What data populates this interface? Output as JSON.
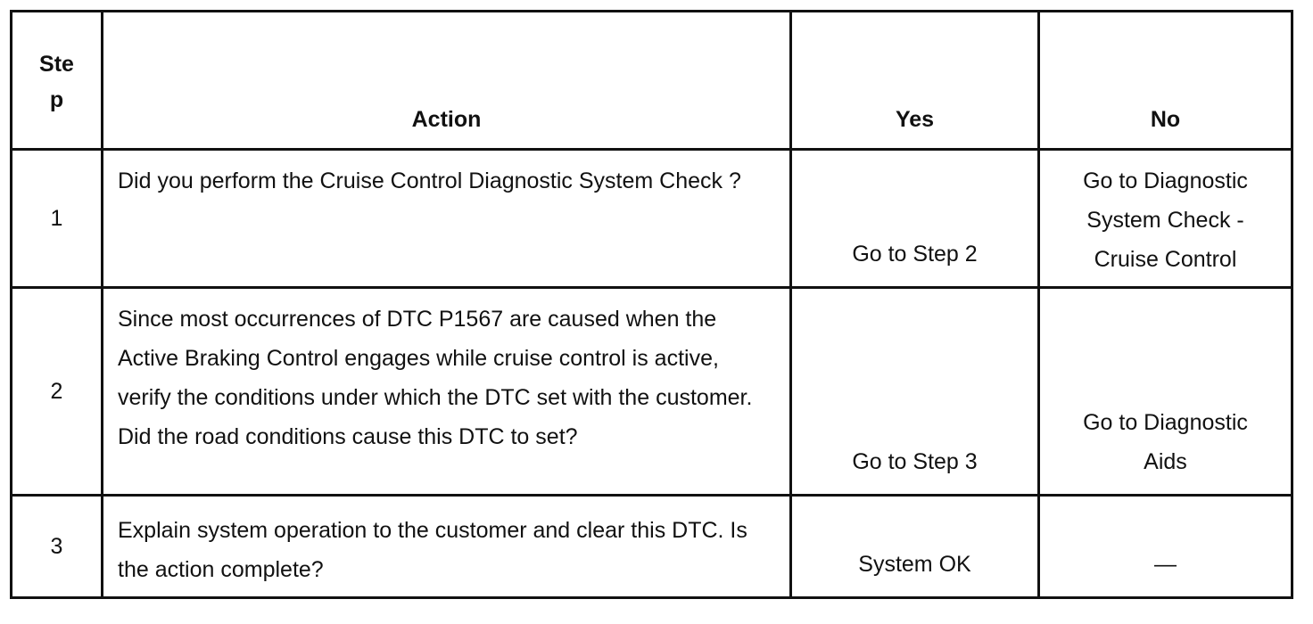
{
  "table": {
    "headers": {
      "step": "Step",
      "action": "Action",
      "yes": "Yes",
      "no": "No"
    },
    "rows": [
      {
        "step": "1",
        "action": "Did you perform the Cruise Control Diagnostic System Check ?",
        "yes": "Go to Step 2",
        "no": "Go to Diagnostic System Check - Cruise Control"
      },
      {
        "step": "2",
        "action": "Since most occurrences of DTC P1567 are caused when the Active Braking Control engages while cruise control is active, verify the conditions under which the DTC set with the customer. Did the road conditions cause this DTC to set?",
        "yes": "Go to Step 3",
        "no": "Go to Diagnostic Aids"
      },
      {
        "step": "3",
        "action": "Explain system operation to the customer and clear this DTC. Is the action complete?",
        "yes": "System OK",
        "no": "—"
      }
    ]
  }
}
